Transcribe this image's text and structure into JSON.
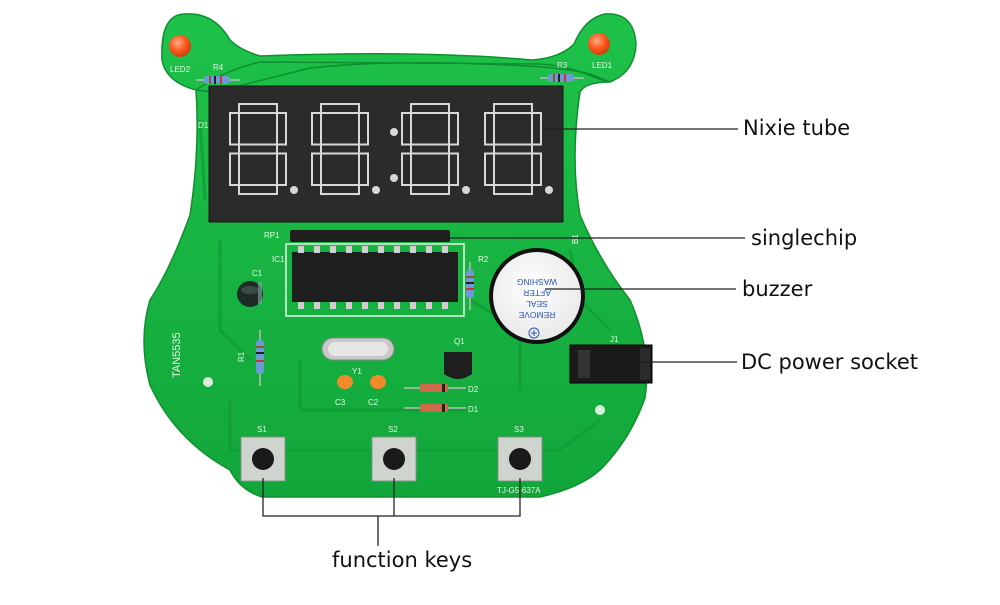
{
  "callouts": {
    "nixie_tube": "Nixie tube",
    "singlechip": "singlechip",
    "buzzer": "buzzer",
    "dc_power_socket": "DC power socket",
    "function_keys": "function keys"
  },
  "board": {
    "model": "TAN5535",
    "key_module": "TJ-G5-637A",
    "buzzer_label": [
      "REMOVE",
      "SEAL",
      "AFTER",
      "WASHING"
    ],
    "designators": {
      "led1": "LED1",
      "led2": "LED2",
      "r1": "R1",
      "r2": "R2",
      "r3": "R3",
      "r4": "R4",
      "rp1": "RP1",
      "ic1": "IC1",
      "c1": "C1",
      "c2": "C2",
      "c3": "C3",
      "y1": "Y1",
      "q1": "Q1",
      "d1": "D1",
      "d2": "D2",
      "b1": "B1",
      "j1": "J1",
      "ds1": "D1",
      "s1": "S1",
      "s2": "S2",
      "s3": "S3"
    }
  },
  "colors": {
    "pcb": "#17b33f",
    "pcb_dark": "#0e8f2e",
    "display": "#2b2b2b",
    "segment": "#d8d8d8",
    "led": "#ff5a1f",
    "capacitor_orange": "#f08a2a",
    "line": "#222222"
  }
}
